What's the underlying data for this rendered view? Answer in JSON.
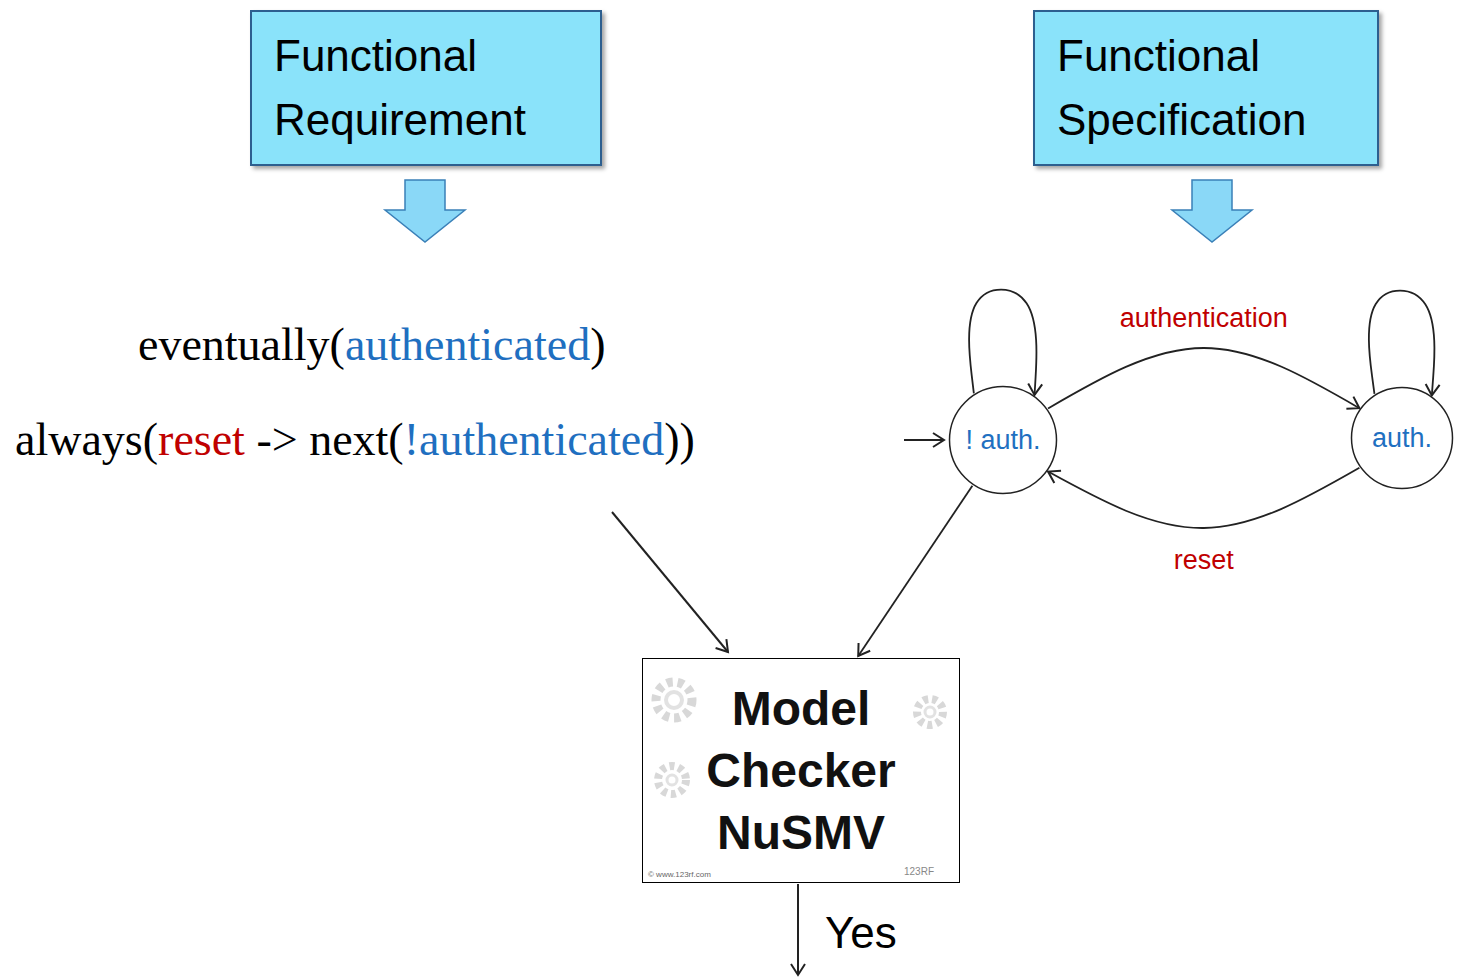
{
  "diagram": {
    "nodes": [
      {
        "text": [
          "Functional Requirement"
        ]
      },
      {
        "text": [
          "Functional Specification"
        ]
      },
      {
        "text": [
          "! auth."
        ]
      },
      {
        "text": [
          "auth."
        ]
      },
      {
        "text": [
          "Model Checker NuSMV"
        ]
      }
    ],
    "edges": [
      {
        "from": 2,
        "to": 2,
        "arrow": "to"
      },
      {
        "from": 2,
        "to": 3,
        "label": "authentication",
        "arrow": "to"
      },
      {
        "from": 3,
        "to": 3,
        "arrow": "to"
      },
      {
        "from": 3,
        "to": 2,
        "label": "reset",
        "arrow": "to"
      },
      {
        "from": 2,
        "to": 4,
        "arrow": "to"
      }
    ],
    "labels": [
      "eventually(",
      "authenticated",
      ")",
      "always(",
      "reset",
      "-> next(",
      "!authenticated",
      "))",
      "Yes",
      "© www.123rf.com",
      "123RF"
    ]
  }
}
